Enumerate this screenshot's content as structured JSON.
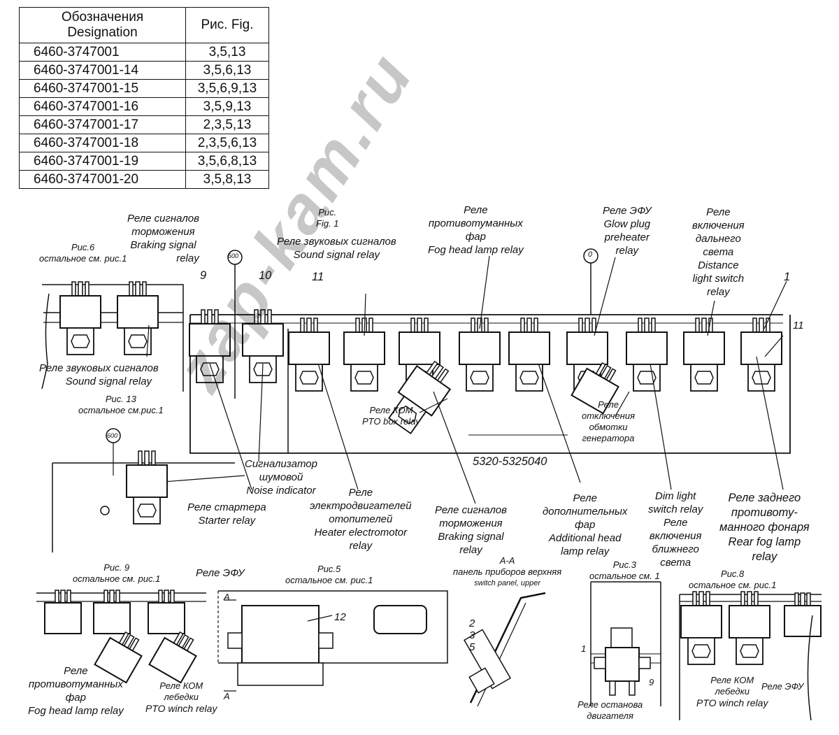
{
  "table": {
    "header_col1_line1": "Обозначения",
    "header_col1_line2": "Designation",
    "header_col2": "Рис. Fig.",
    "rows": [
      {
        "designation": "6460-3747001",
        "figs": "3,5,13"
      },
      {
        "designation": "6460-3747001-14",
        "figs": "3,5,6,13"
      },
      {
        "designation": "6460-3747001-15",
        "figs": "3,5,6,9,13"
      },
      {
        "designation": "6460-3747001-16",
        "figs": "3,5,9,13"
      },
      {
        "designation": "6460-3747001-17",
        "figs": "2,3,5,13"
      },
      {
        "designation": "6460-3747001-18",
        "figs": "2,3,5,6,13"
      },
      {
        "designation": "6460-3747001-19",
        "figs": "3,5,6,8,13"
      },
      {
        "designation": "6460-3747001-20",
        "figs": "3,5,8,13"
      }
    ]
  },
  "watermark": "zap-kam.ru",
  "labels": {
    "ris6_a": "Рис.6",
    "ris6_b": "остальное см. рис.1",
    "brake_top_1": "Реле сигналов",
    "brake_top_2": "торможения",
    "brake_top_3": "Braking signal",
    "brake_top_4": "relay",
    "ris1_a": "Рис.",
    "ris1_b": "Fig. 1",
    "sound_1": "Реле звуковых сигналов",
    "sound_2": "Sound signal relay",
    "fog_1": "Реле",
    "fog_2": "противотуманных",
    "fog_3": "фар",
    "fog_4": "Fog head lamp relay",
    "glow_1": "Реле ЭФУ",
    "glow_2": "Glow plug",
    "glow_3": "preheater",
    "glow_4": "relay",
    "dist_1": "Реле",
    "dist_2": "включения",
    "dist_3": "дальнего",
    "dist_4": "света",
    "dist_5": "Distance",
    "dist_6": "light switch",
    "dist_7": "relay",
    "num_9": "9",
    "num_10": "10",
    "num_11": "11",
    "num_1": "1",
    "num_11b": "11",
    "circle_600a": "600",
    "circle_600b": "600",
    "circle_0": "0",
    "sound6_1": "Реле звуковых сигналов",
    "sound6_2": "Sound signal relay",
    "ris13_a": "Рис. 13",
    "ris13_b": "остальное см.рис.1",
    "pto_1": "Реле КОМ",
    "pto_2": "PTO box relay",
    "gen_1": "Реле",
    "gen_2": "отключения",
    "gen_3": "обмотки",
    "gen_4": "генератора",
    "panel_num": "5320-5325040",
    "noise_1": "Сигнализатор",
    "noise_2": "шумовой",
    "noise_3": "Noise indicator",
    "starter_1": "Реле стартера",
    "starter_2": "Starter relay",
    "heater_1": "Реле",
    "heater_2": "электродвигателей",
    "heater_3": "отопителей",
    "heater_4": "Heater electromotor",
    "heater_5": "relay",
    "brake2_1": "Реле сигналов",
    "brake2_2": "торможения",
    "brake2_3": "Braking signal",
    "brake2_4": "relay",
    "add_1": "Реле",
    "add_2": "дополнительных",
    "add_3": "фар",
    "add_4": "Additional head",
    "add_5": "lamp relay",
    "dim_1": "Dim light",
    "dim_2": "switch relay",
    "dim_3": "Реле",
    "dim_4": "включения",
    "dim_5": "ближнего",
    "dim_6": "света",
    "rear_1": "Реле заднего",
    "rear_2": "противоту-",
    "rear_3": "манного фонаря",
    "rear_4": "Rear fog lamp",
    "rear_5": "relay",
    "ris9_a": "Рис. 9",
    "ris9_b": "остальное см. рис.1",
    "efu_mid": "Реле ЭФУ",
    "ris5_a": "Рис.5",
    "ris5_b": "остальное см. рис.1",
    "aa_1": "А-А",
    "aa_2": "панель приборов верхняя",
    "aa_3": "switch panel, upper",
    "ris3_a": "Рис.3",
    "ris3_b": "остальное см. 1",
    "ris8_a": "Рис.8",
    "ris8_b": "остальное см. рис.1",
    "fog9_1": "Реле",
    "fog9_2": "противотуманных",
    "fog9_3": "фар",
    "fog9_4": "Fog head lamp relay",
    "winch_1": "Реле КОМ",
    "winch_2": "лебедки",
    "winch_3": "PTO winch relay",
    "num_12": "12",
    "letter_a1": "А",
    "letter_a2": "А",
    "n2": "2",
    "n3": "3",
    "n5": "5",
    "n1_r3": "1",
    "n9_r3": "9",
    "stop_1": "Реле останова",
    "stop_2": "двигателя",
    "winch8_1": "Реле КОМ",
    "winch8_2": "лебедки",
    "winch8_3": "PTO winch relay",
    "efu8": "Реле ЭФУ"
  }
}
